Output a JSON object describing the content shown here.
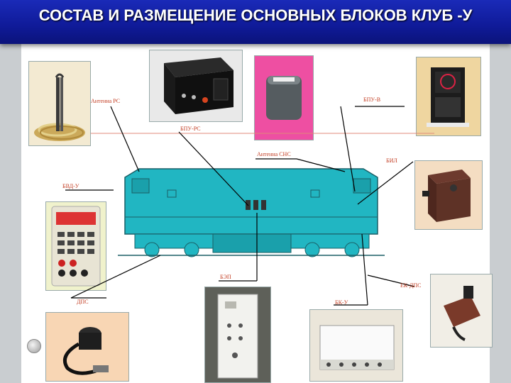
{
  "title": "СОСТАВ И РАЗМЕЩЕНИЕ ОСНОВНЫХ БЛОКОВ КЛУБ -У",
  "labels": {
    "antenna_rs": "Антенна РС",
    "bpu_v": "БПУ-В",
    "bpu_rs": "БПУ-РС",
    "antenna_sns": "Антенна СНС",
    "bil": "БИЛ",
    "bvd_u": "БВД-У",
    "bep": "БЭП",
    "dps": "ДПС",
    "ek_dps": "ЕК-ДПС",
    "bk_u": "БК-У"
  },
  "colors": {
    "title_bg": "#1020a8",
    "title_text": "#ffffff",
    "label_text": "#c23a1f",
    "loco_body": "#21b6c2",
    "loco_outline": "#1a5f66",
    "pointer_lines": "#000000",
    "divider_line": "#e08a7a"
  },
  "icons": {
    "logo": "round-seal-logo"
  }
}
